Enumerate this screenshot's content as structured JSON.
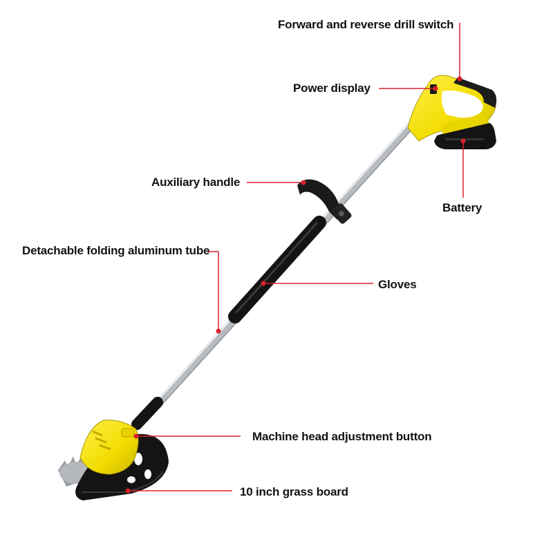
{
  "labels": {
    "switch": "Forward and reverse drill switch",
    "power_display": "Power display",
    "auxiliary_handle": "Auxiliary handle",
    "battery": "Battery",
    "tube": "Detachable folding aluminum tube",
    "gloves": "Gloves",
    "head_button": "Machine head adjustment button",
    "grass_board": "10 inch grass board"
  },
  "colors": {
    "body_yellow": "#f5e000",
    "pointer_red": "#d9222a",
    "tube_silver": "#c9ccd0",
    "grip_black": "#141414"
  }
}
